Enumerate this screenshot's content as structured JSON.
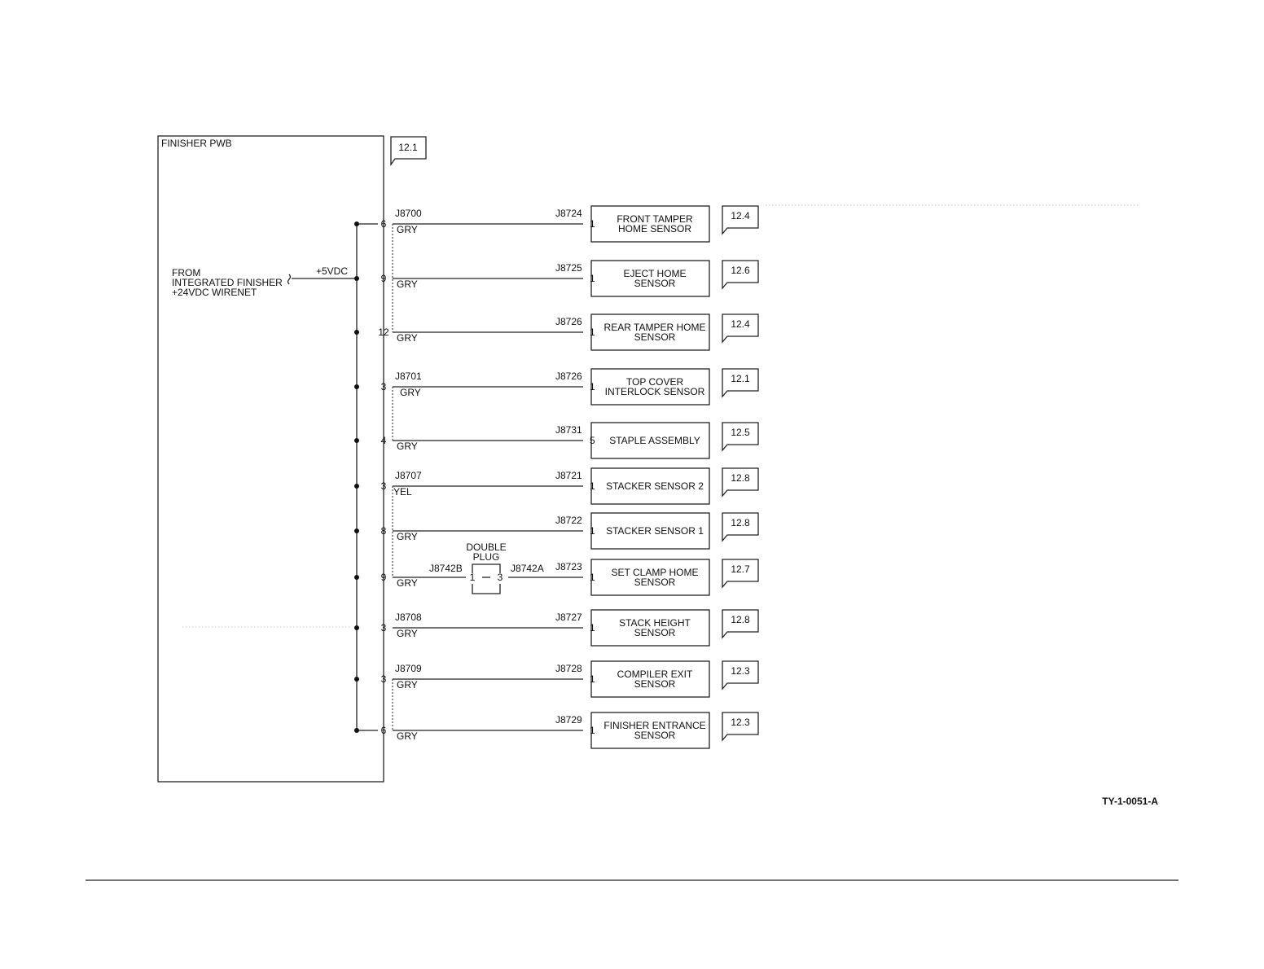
{
  "pwb": {
    "label": "FINISHER PWB",
    "ref": "12.1"
  },
  "power": {
    "from_lines": [
      "FROM",
      "INTEGRATED FINISHER",
      "+24VDC WIRENET"
    ],
    "voltage": "+5VDC"
  },
  "double_plug": {
    "title_lines": [
      "DOUBLE",
      "PLUG"
    ],
    "left_conn": "J8742B",
    "right_conn": "J8742A",
    "left_pin": "1",
    "right_pin": "3"
  },
  "doc_id": "TY-1-0051-A",
  "circuits": [
    {
      "pin": "6",
      "pwb_conn": "J8700",
      "wire": "GRY",
      "conn": "J8724",
      "comp_pin": "1",
      "lines": [
        "FRONT TAMPER",
        "HOME SENSOR"
      ],
      "ref": "12.4"
    },
    {
      "pin": "9",
      "pwb_conn": "",
      "wire": "GRY",
      "conn": "J8725",
      "comp_pin": "1",
      "lines": [
        "EJECT HOME",
        "SENSOR"
      ],
      "ref": "12.6"
    },
    {
      "pin": "12",
      "pwb_conn": "",
      "wire": "GRY",
      "conn": "J8726",
      "comp_pin": "1",
      "lines": [
        "REAR TAMPER HOME",
        "SENSOR"
      ],
      "ref": "12.4"
    },
    {
      "pin": "3",
      "pwb_conn": "J8701",
      "wire": "GRY",
      "conn": "J8726",
      "comp_pin": "1",
      "lines": [
        "TOP COVER",
        "INTERLOCK SENSOR"
      ],
      "ref": "12.1"
    },
    {
      "pin": "4",
      "pwb_conn": "",
      "wire": "GRY",
      "conn": "J8731",
      "comp_pin": "5",
      "lines": [
        "STAPLE ASSEMBLY"
      ],
      "ref": "12.5"
    },
    {
      "pin": "3",
      "pwb_conn": "J8707",
      "wire": "YEL",
      "conn": "J8721",
      "comp_pin": "1",
      "lines": [
        "STACKER SENSOR 2"
      ],
      "ref": "12.8"
    },
    {
      "pin": "8",
      "pwb_conn": "",
      "wire": "GRY",
      "conn": "J8722",
      "comp_pin": "1",
      "lines": [
        "STACKER SENSOR 1"
      ],
      "ref": "12.8"
    },
    {
      "pin": "9",
      "pwb_conn": "",
      "wire": "GRY",
      "conn": "J8723",
      "comp_pin": "1",
      "lines": [
        "SET CLAMP HOME",
        "SENSOR"
      ],
      "ref": "12.7"
    },
    {
      "pin": "3",
      "pwb_conn": "J8708",
      "wire": "GRY",
      "conn": "J8727",
      "comp_pin": "1",
      "lines": [
        "STACK HEIGHT",
        "SENSOR"
      ],
      "ref": "12.8"
    },
    {
      "pin": "3",
      "pwb_conn": "J8709",
      "wire": "GRY",
      "conn": "J8728",
      "comp_pin": "1",
      "lines": [
        "COMPILER EXIT",
        "SENSOR"
      ],
      "ref": "12.3"
    },
    {
      "pin": "6",
      "pwb_conn": "",
      "wire": "GRY",
      "conn": "J8729",
      "comp_pin": "1",
      "lines": [
        "FINISHER ENTRANCE",
        "SENSOR"
      ],
      "ref": "12.3"
    }
  ]
}
